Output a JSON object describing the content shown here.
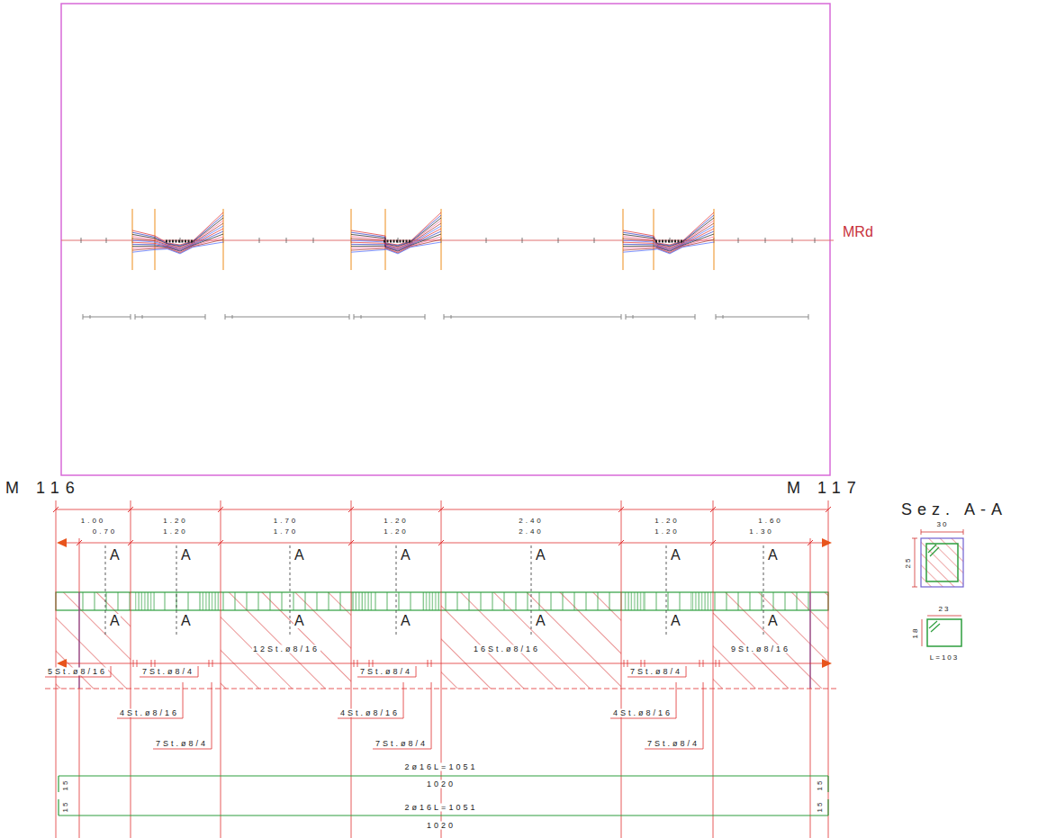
{
  "diagram": {
    "labels": [
      "MRd",
      "M 116",
      "M 117",
      "Sez. A-A",
      "1.00",
      "1.20",
      "1.70",
      "1.20",
      "2.40",
      "1.20",
      "1.60",
      "0.70",
      "1.20",
      "1.70",
      "1.20",
      "2.40",
      "1.20",
      "1.30",
      "A",
      "A",
      "A",
      "A",
      "A",
      "A",
      "A",
      "A",
      "A",
      "A",
      "A",
      "A",
      "A",
      "A",
      "5St.ø8/16",
      "7St.ø8/4",
      "12St.ø8/16",
      "7St.ø8/4",
      "16St.ø8/16",
      "7St.ø8/4",
      "9St.ø8/16",
      "4St.ø8/16",
      "4St.ø8/16",
      "4St.ø8/16",
      "7St.ø8/4",
      "7St.ø8/4",
      "7St.ø8/4",
      "2ø16L=1051",
      "1020",
      "15",
      "15",
      "2ø16L=1051",
      "1020",
      "15",
      "15",
      "30",
      "25",
      "23",
      "18",
      "L=103"
    ]
  }
}
